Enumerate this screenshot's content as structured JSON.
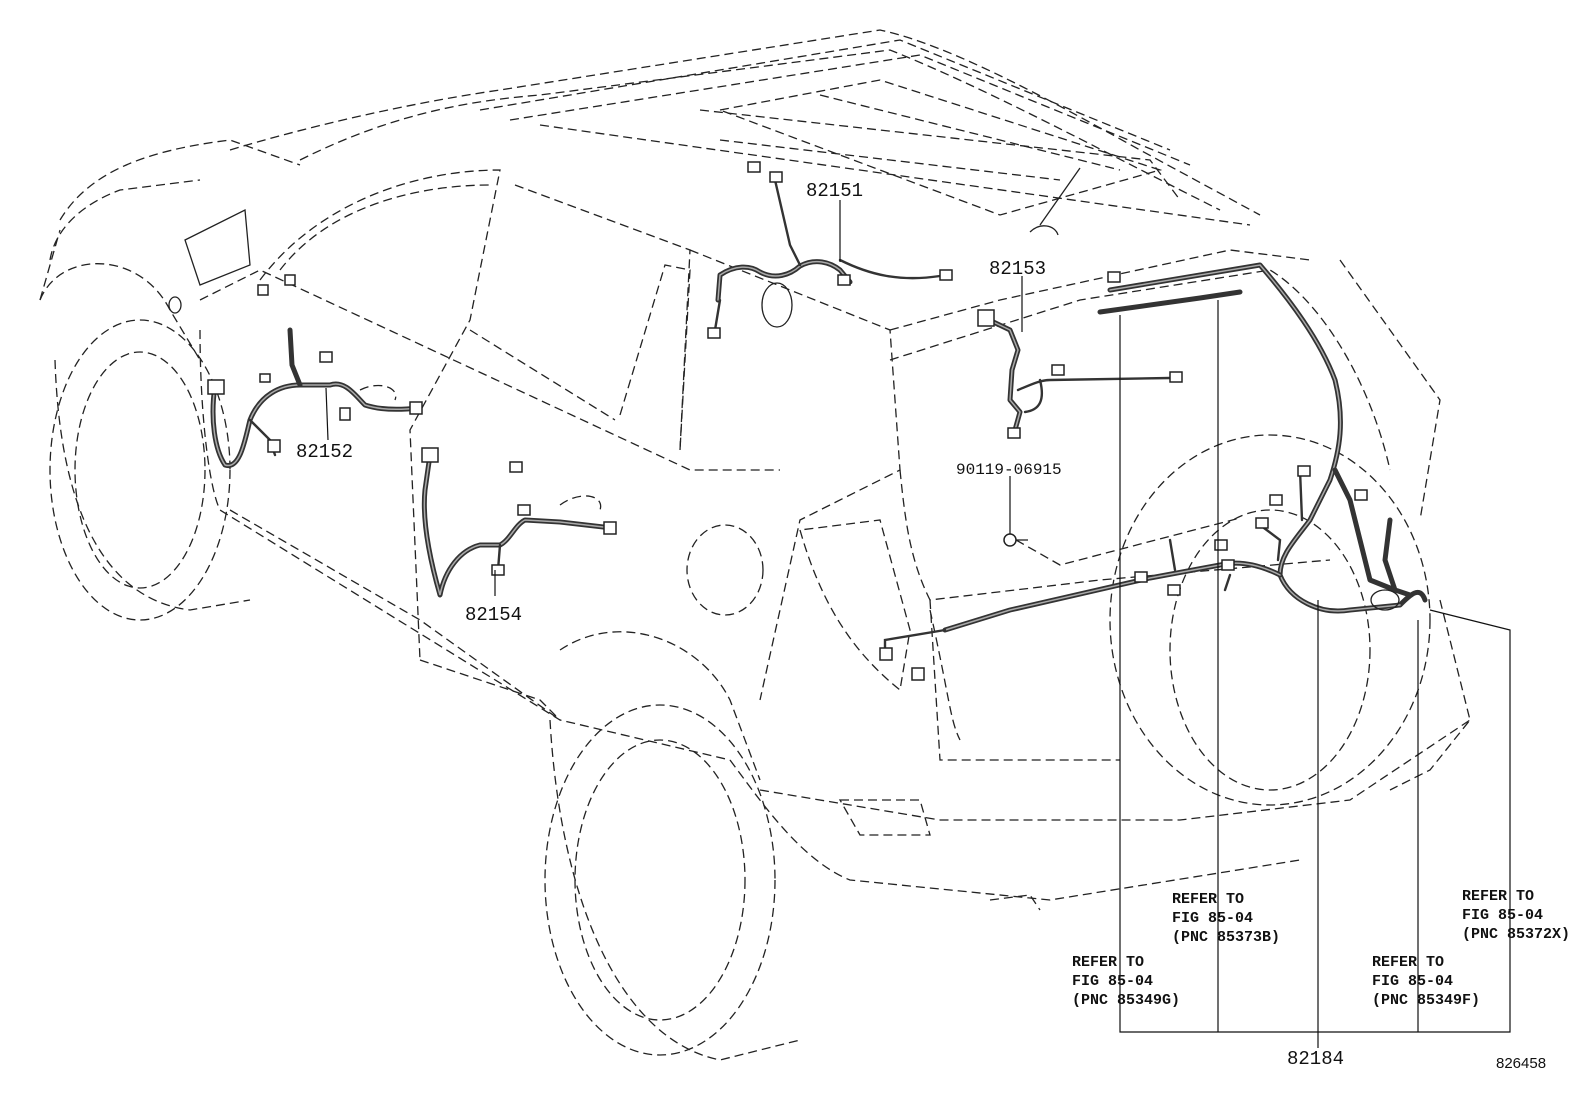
{
  "part_numbers": {
    "p82151": "82151",
    "p82152": "82152",
    "p82153": "82153",
    "p82154": "82154",
    "p82184": "82184",
    "bolt": "90119-06915"
  },
  "notes": [
    {
      "line1": "REFER TO",
      "line2": "FIG 85-04",
      "line3": "(PNC 85373B)"
    },
    {
      "line1": "REFER TO",
      "line2": "FIG 85-04",
      "line3": "(PNC 85372X)"
    },
    {
      "line1": "REFER TO",
      "line2": "FIG 85-04",
      "line3": "(PNC 85349G)"
    },
    {
      "line1": "REFER TO",
      "line2": "FIG 85-04",
      "line3": "(PNC 85349F)"
    }
  ],
  "figure_id": "826458"
}
